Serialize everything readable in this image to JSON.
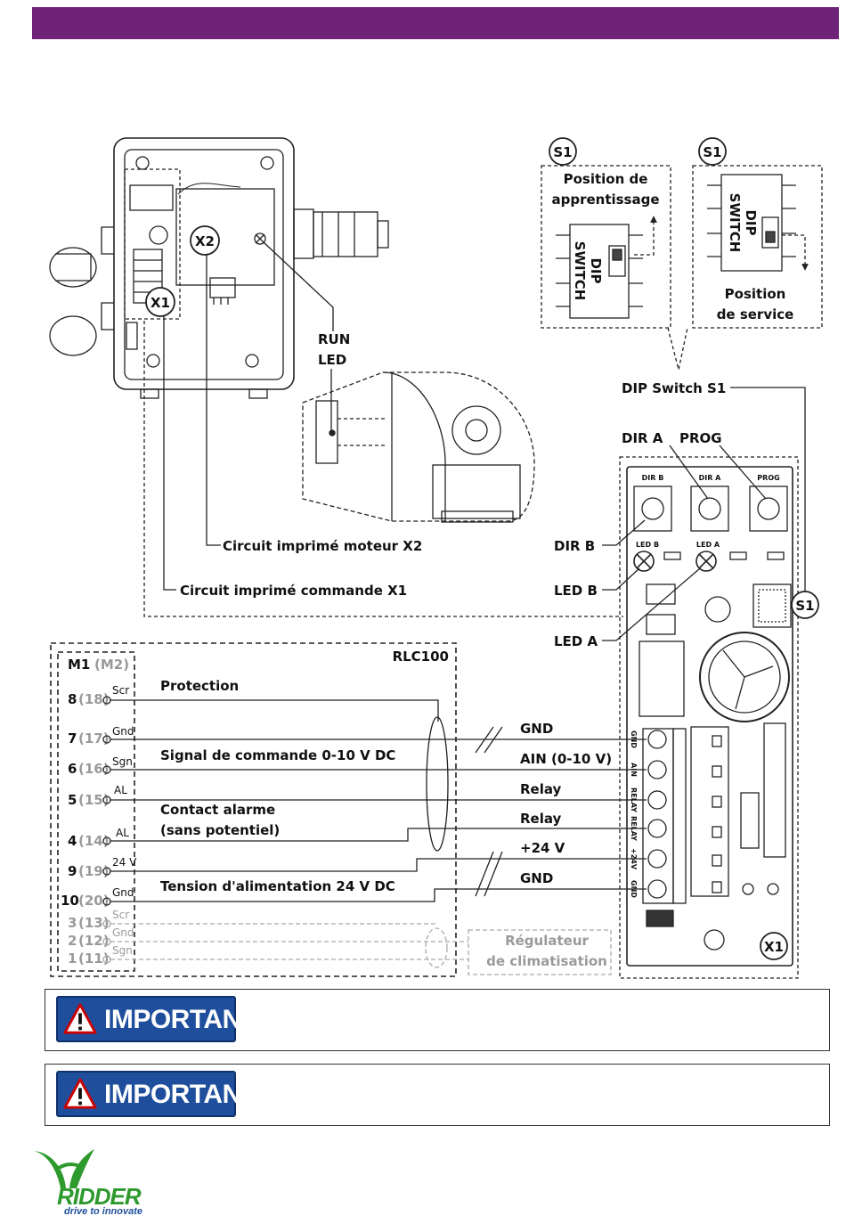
{
  "callouts": {
    "x1": "X1",
    "x2": "X2",
    "s1": "S1",
    "run_led_line1": "RUN",
    "run_led_line2": "LED",
    "dip_switch_s1": "DIP Switch S1",
    "dir_a": "DIR A",
    "prog": "PROG",
    "dir_b": "DIR B",
    "led_b": "LED B",
    "led_a": "LED A",
    "motor_pcb": "Circuit imprimé moteur X2",
    "control_pcb": "Circuit imprimé commande X1"
  },
  "dip_positions": {
    "learn_line1": "Position de",
    "learn_line2": "apprentissage",
    "service_line1": "Position",
    "service_line2": "de service",
    "dip_line1": "DIP",
    "dip_line2": "SWITCH"
  },
  "board_labels": {
    "dir_b": "DIR B",
    "dir_a": "DIR A",
    "prog": "PROG",
    "led_b": "LED B",
    "led_a": "LED A",
    "terminals": [
      "GND",
      "AIN",
      "RELAY",
      "RELAY",
      "+24V",
      "GND"
    ]
  },
  "controller": {
    "module": "M1",
    "module_alt": "(M2)",
    "model": "RLC100",
    "terminals": [
      {
        "num": "8",
        "alt": "(18)",
        "sig": "Scr",
        "active": true
      },
      {
        "num": "7",
        "alt": "(17)",
        "sig": "Gnd",
        "active": true
      },
      {
        "num": "6",
        "alt": "(16)",
        "sig": "Sgn",
        "active": true
      },
      {
        "num": "5",
        "alt": "(15)",
        "sig": "AL",
        "active": true
      },
      {
        "num": "4",
        "alt": "(14)",
        "sig": "AL",
        "active": true
      },
      {
        "num": "9",
        "alt": "(19)",
        "sig": "24 V",
        "active": true
      },
      {
        "num": "10",
        "alt": "(20)",
        "sig": "Gnd",
        "active": true
      },
      {
        "num": "3",
        "alt": "(13)",
        "sig": "Scr",
        "active": false
      },
      {
        "num": "2",
        "alt": "(12)",
        "sig": "Gnd",
        "active": false
      },
      {
        "num": "1",
        "alt": "(11)",
        "sig": "Sgn",
        "active": false
      }
    ]
  },
  "wiring": {
    "protection": "Protection",
    "control_signal": "Signal de commande 0-10 V DC",
    "alarm_line1": "Contact alarme",
    "alarm_line2": "(sans potentiel)",
    "supply": "Tension d'alimentation 24 V DC",
    "gnd1": "GND",
    "ain": "AIN (0-10 V)",
    "relay1": "Relay",
    "relay2": "Relay",
    "v24": "+24 V",
    "gnd2": "GND",
    "climate_line1": "Régulateur",
    "climate_line2": "de climatisation"
  },
  "important_boxes": [
    {
      "badge": "IMPORTANT"
    },
    {
      "badge": "IMPORTANT"
    }
  ],
  "logo": {
    "brand": "RIDDER",
    "tagline": "drive to innovate"
  },
  "colors": {
    "header_bar": "#6e2278",
    "badge_blue": "#1f4f9c",
    "logo_green": "#2e9a2e"
  }
}
